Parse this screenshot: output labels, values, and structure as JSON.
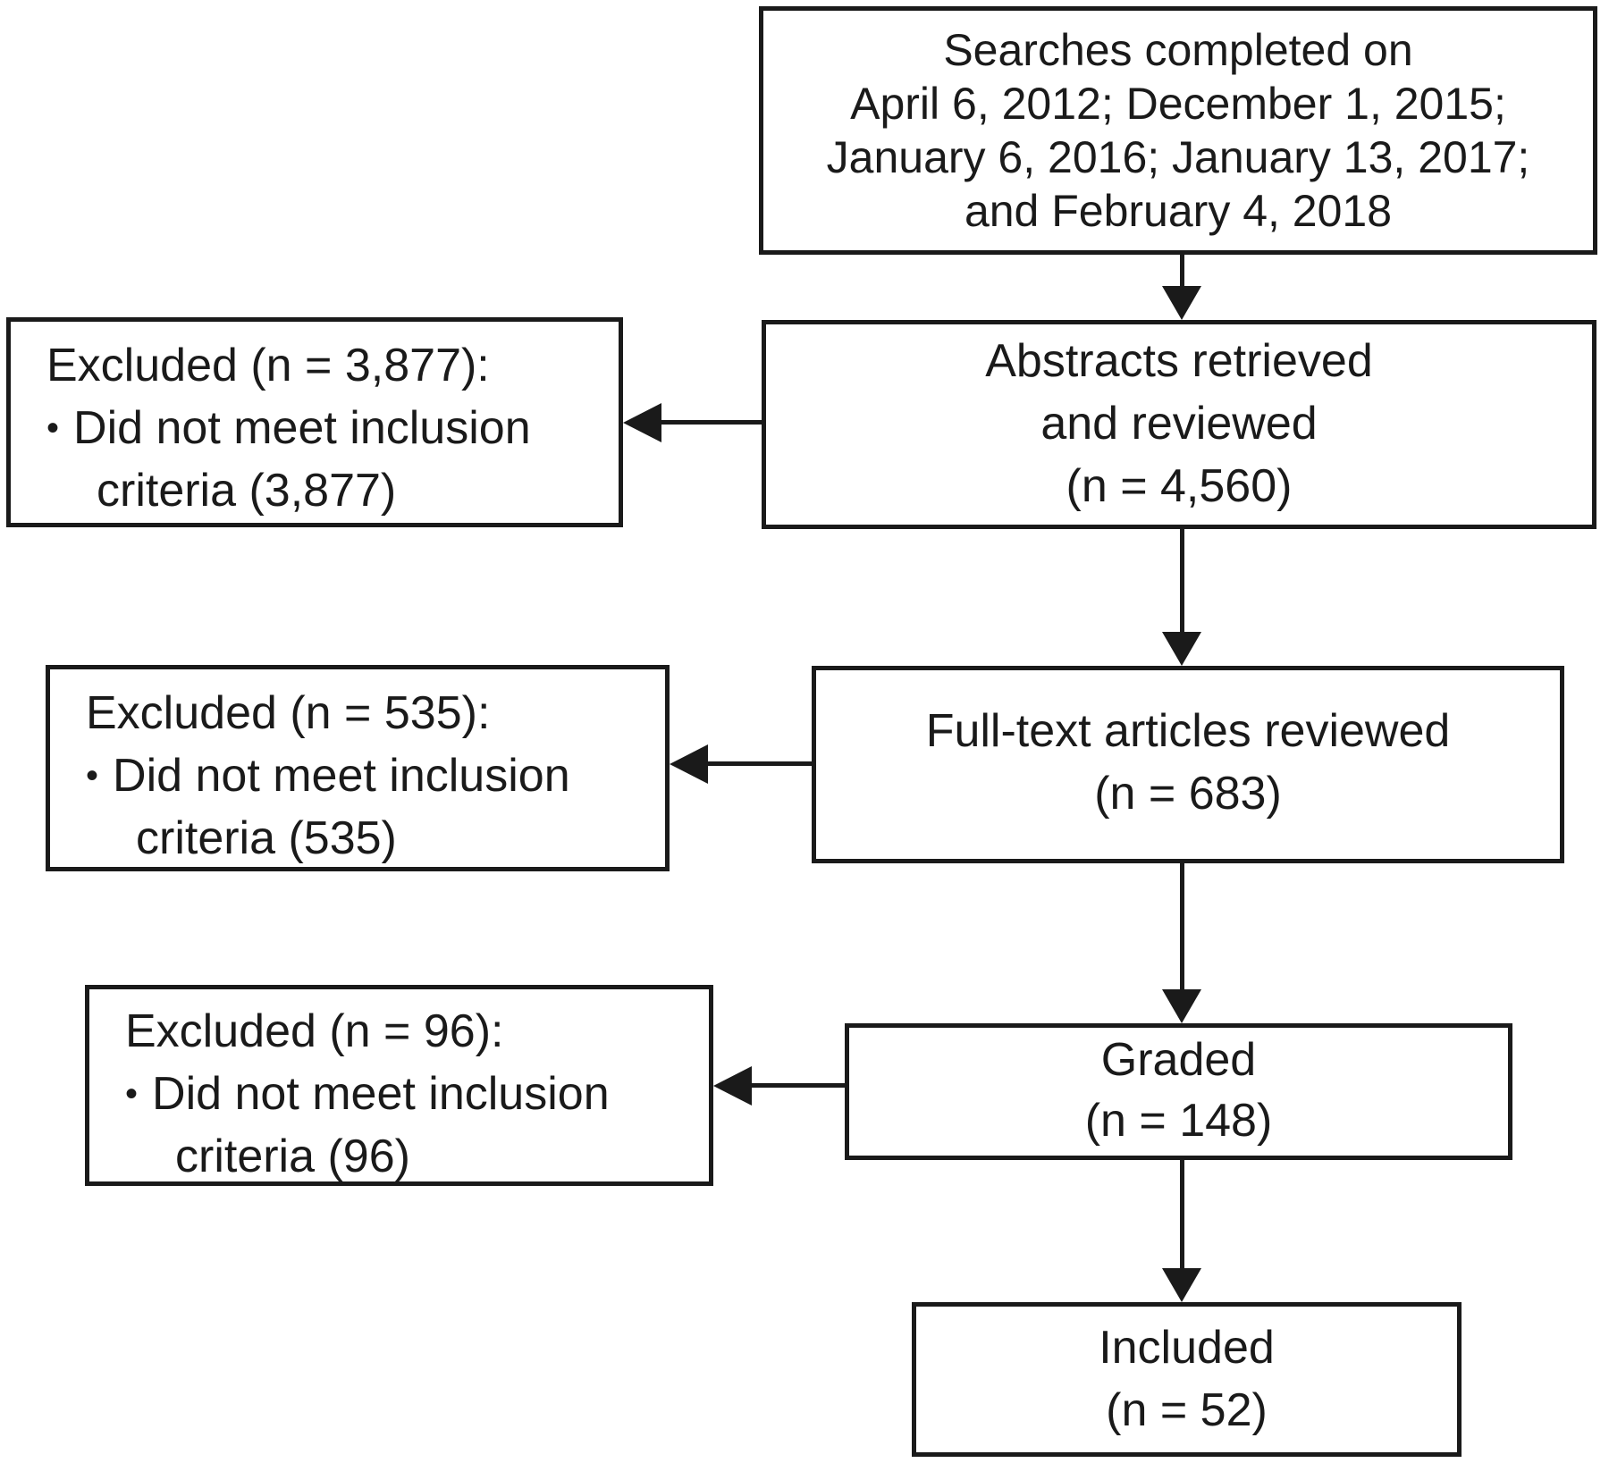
{
  "flowchart": {
    "colors": {
      "line": "#1a1a1a",
      "background": "#ffffff",
      "text": "#1a1a1a"
    },
    "nodes": {
      "searches": {
        "lines": [
          "Searches completed on",
          "April 6, 2012; December 1, 2015;",
          "January 6, 2016; January 13, 2017;",
          "and February 4, 2018"
        ]
      },
      "abstracts": {
        "lines": [
          "Abstracts retrieved",
          "and reviewed",
          "(n = 4,560)"
        ]
      },
      "fulltext": {
        "lines": [
          "Full-text articles reviewed",
          "(n = 683)"
        ]
      },
      "graded": {
        "lines": [
          "Graded",
          "(n = 148)"
        ]
      },
      "included": {
        "lines": [
          "Included",
          "(n = 52)"
        ]
      },
      "excluded_abstracts": {
        "title": "Excluded (n = 3,877):",
        "bullet": "•",
        "bullet_text": "Did not meet inclusion",
        "bullet_text2": "criteria (3,877)"
      },
      "excluded_fulltext": {
        "title": "Excluded (n = 535):",
        "bullet": "•",
        "bullet_text": "Did not meet inclusion",
        "bullet_text2": "criteria (535)"
      },
      "excluded_graded": {
        "title": "Excluded (n = 96):",
        "bullet": "•",
        "bullet_text": "Did not meet inclusion",
        "bullet_text2": "criteria (96)"
      }
    }
  }
}
